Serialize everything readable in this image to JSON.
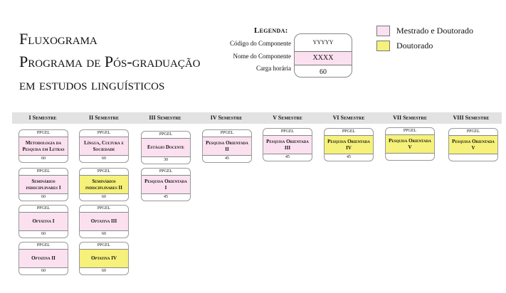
{
  "title": {
    "line1": "Fluxograma",
    "line2": "Programa de Pós-graduação",
    "line3": "em estudos linguísticos"
  },
  "legend": {
    "heading": "Legenda:",
    "code_label": "Código do Componente",
    "name_label": "Nome do Componente",
    "hours_label": "Carga horária",
    "sample_code": "YYYYY",
    "sample_name": "XXXX",
    "sample_hours": "60"
  },
  "key": {
    "items": [
      {
        "label": "Mestrado e Doutorado",
        "color": "#fbe1f0"
      },
      {
        "label": "Doutorado",
        "color": "#f5f17a"
      }
    ]
  },
  "semesters": [
    "I Semestre",
    "II Semestre",
    "III Semestre",
    "IV Semestre",
    "V Semestre",
    "VI Semestre",
    "VII Semestre",
    "VIII Semestre"
  ],
  "courses": [
    {
      "code": "PPGEL",
      "name": "Metodologia da Pesquisa em Letras",
      "hours": "60",
      "type": "pink"
    },
    {
      "code": "PPGEL",
      "name": "Seminários indisciplinares I",
      "hours": "60",
      "type": "pink"
    },
    {
      "code": "PPGEL",
      "name": "Optativa I",
      "hours": "60",
      "type": "pink"
    },
    {
      "code": "PPGEL",
      "name": "Optativa II",
      "hours": "60",
      "type": "pink"
    },
    {
      "code": "PPGEL",
      "name": "Língua, Cultura e Sociedade",
      "hours": "60",
      "type": "pink"
    },
    {
      "code": "PPGEL",
      "name": "Seminários indisciplinares II",
      "hours": "60",
      "type": "yellow"
    },
    {
      "code": "PPGEL",
      "name": "Optativa III",
      "hours": "60",
      "type": "pink"
    },
    {
      "code": "PPGEL",
      "name": "Optativa IV",
      "hours": "60",
      "type": "yellow"
    },
    {
      "code": "PPGEL",
      "name": "Estágio Docente",
      "hours": "30",
      "type": "pink"
    },
    {
      "code": "PPGEL",
      "name": "Pesquisa Orientada I",
      "hours": "45",
      "type": "pink"
    },
    {
      "code": "PPGEL",
      "name": "Pesquisa Orientada II",
      "hours": "45",
      "type": "pink"
    },
    {
      "code": "PPGEL",
      "name": "Pesquisa Orientada III",
      "hours": "45",
      "type": "pink"
    },
    {
      "code": "PPGEL",
      "name": "Pesquisa Orientada IV",
      "hours": "45",
      "type": "yellow"
    },
    {
      "code": "PPGEL",
      "name": "Pesquisa Orientada V",
      "hours": "",
      "type": "yellow"
    },
    {
      "code": "PPGEL",
      "name": "Pesquisa Orientada V",
      "hours": "",
      "type": "yellow"
    }
  ]
}
